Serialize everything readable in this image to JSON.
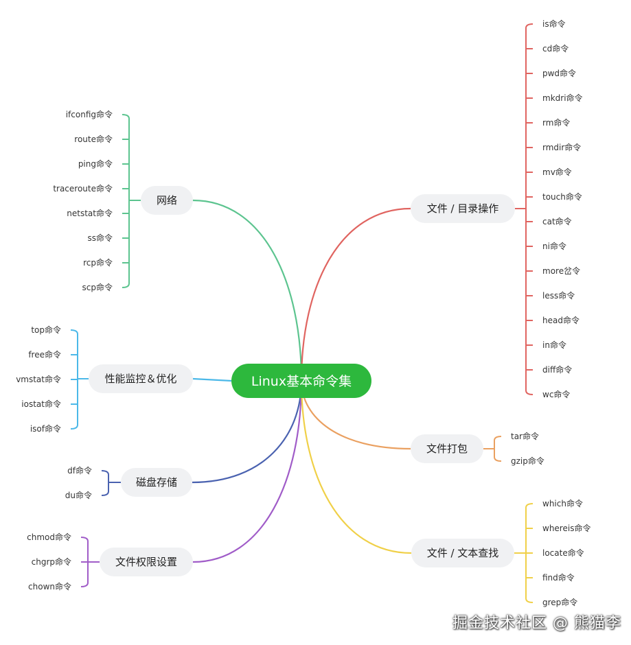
{
  "root": {
    "label": "Linux基本命令集",
    "color": "#2db83d"
  },
  "branches": [
    {
      "id": "network",
      "label": "网络",
      "color": "#5cc48f",
      "items": [
        "ifconfig命令",
        "route命令",
        "ping命令",
        "traceroute命令",
        "netstat命令",
        "ss命令",
        "rcp命令",
        "scp命令"
      ]
    },
    {
      "id": "perf",
      "label": "性能监控＆优化",
      "color": "#4bb8e8",
      "items": [
        "top命令",
        "free命令",
        "vmstat命令",
        "iostat命令",
        "isof命令"
      ]
    },
    {
      "id": "disk",
      "label": "磁盘存储",
      "color": "#4a62b0",
      "items": [
        "df命令",
        "du命令"
      ]
    },
    {
      "id": "perm",
      "label": "文件权限设置",
      "color": "#a05cc8",
      "items": [
        "chmod命令",
        "chgrp命令",
        "chown命令"
      ]
    },
    {
      "id": "fileops",
      "label": "文件 / 目录操作",
      "color": "#e06460",
      "items": [
        "is命令",
        "cd命令",
        "pwd命令",
        "mkdri命令",
        "rm命令",
        "rmdir命令",
        "mv命令",
        "touch命令",
        "cat命令",
        "ni命令",
        "more岔令",
        "less命令",
        "head命令",
        "in命令",
        "diff命令",
        "wc命令"
      ]
    },
    {
      "id": "pack",
      "label": "文件打包",
      "color": "#eaa060",
      "items": [
        "tar命令",
        "gzip命令"
      ]
    },
    {
      "id": "search",
      "label": "文件 / 文本查找",
      "color": "#f0d048",
      "items": [
        "which命令",
        "whereis命令",
        "locate命令",
        "find命令",
        "grep命令"
      ]
    }
  ],
  "watermark": "掘金技术社区 @ 熊猫李",
  "node_fill": "#f0f1f3"
}
